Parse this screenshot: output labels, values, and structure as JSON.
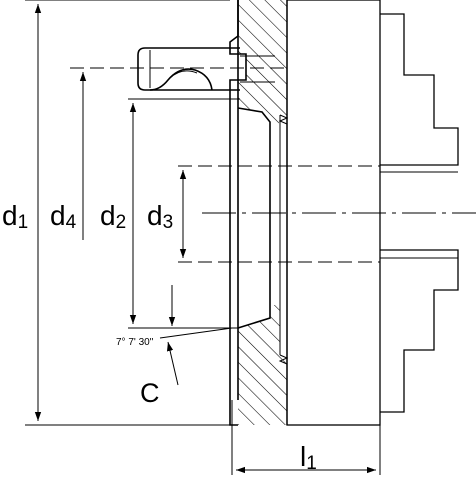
{
  "labels": {
    "d1": "d",
    "d1_sub": "1",
    "d4": "d",
    "d4_sub": "4",
    "d2": "d",
    "d2_sub": "2",
    "d3": "d",
    "d3_sub": "3",
    "l1": "l",
    "l1_sub": "1",
    "angle": "7° 7' 30\"",
    "c": "C"
  }
}
